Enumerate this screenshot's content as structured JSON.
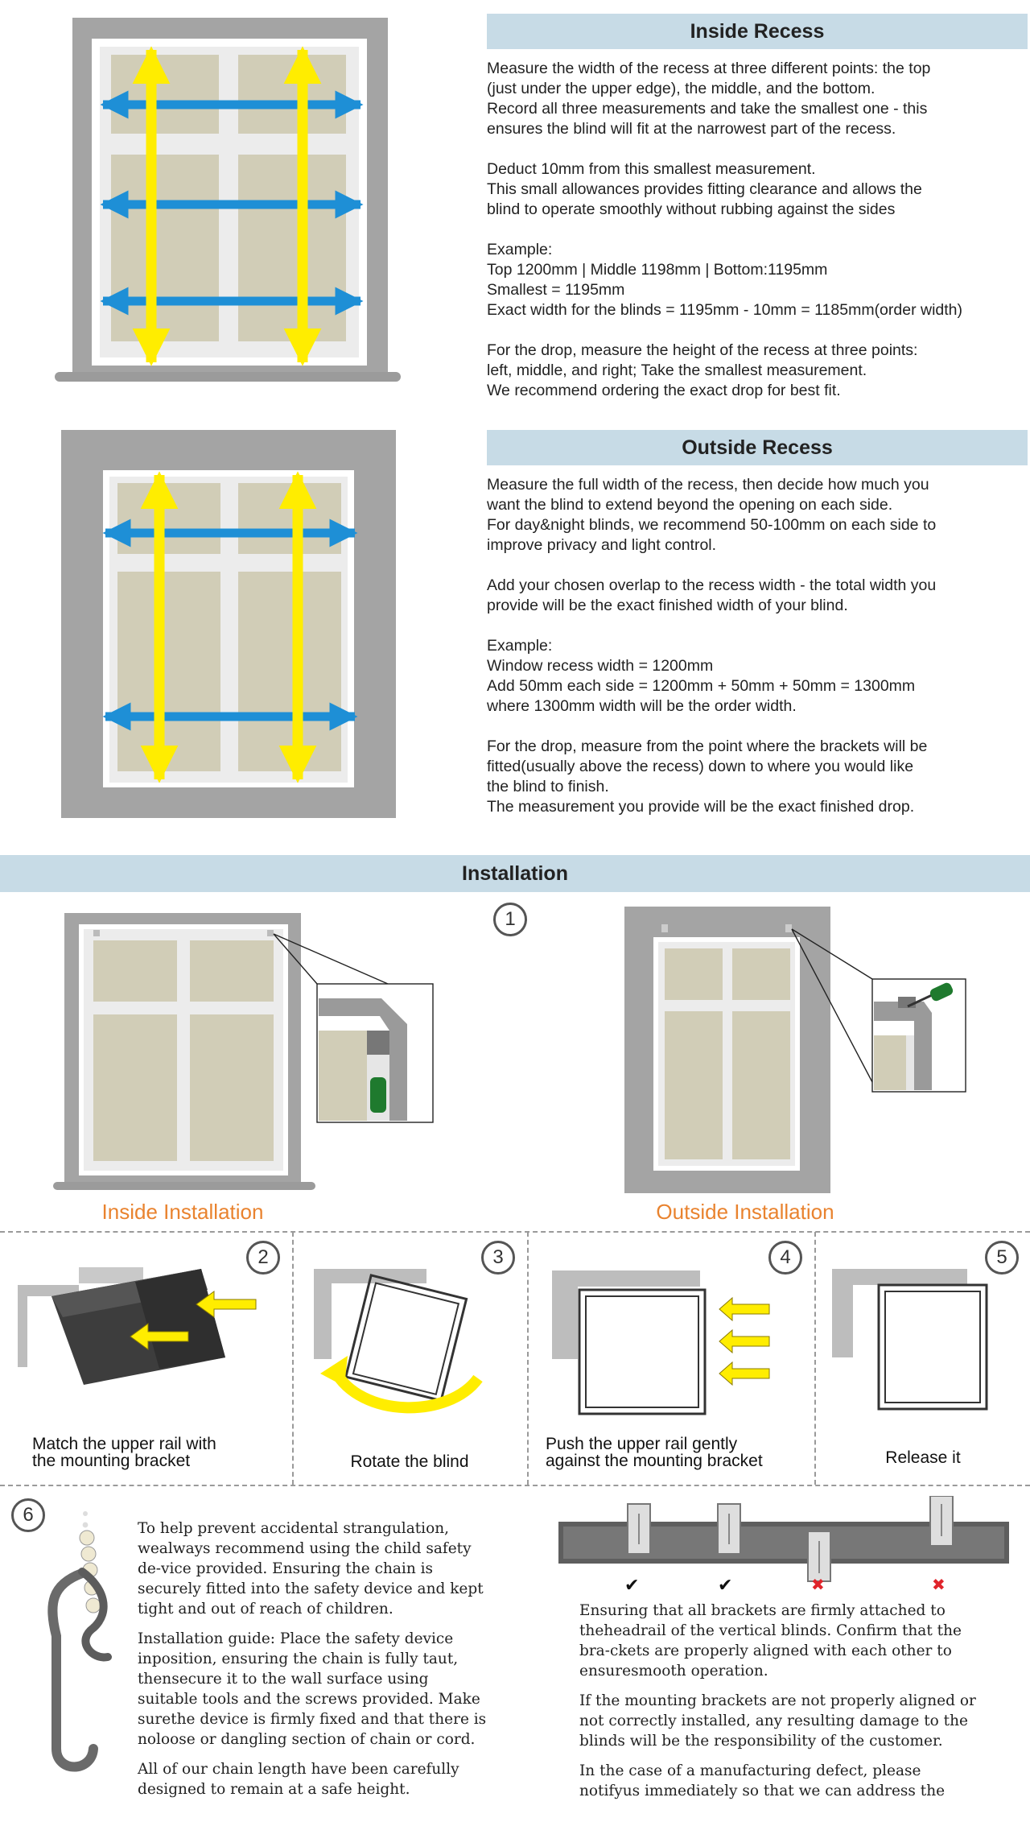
{
  "inside_recess": {
    "title": "Inside Recess",
    "paragraphs": [
      [
        "Measure the width of the recess at three different points: the top",
        "(just under the upper edge), the middle, and the bottom.",
        "Record all three measurements and take the smallest one - this",
        "ensures the blind will fit at the narrowest part of the recess."
      ],
      [
        "Deduct 10mm from this smallest measurement.",
        "This small allowances provides fitting clearance and allows the",
        "blind to operate smoothly without rubbing against the sides"
      ],
      [
        "Example:",
        "Top 1200mm | Middle 1198mm | Bottom:1195mm",
        "Smallest = 1195mm",
        "Exact width for the blinds = 1195mm - 10mm = 1185mm(order width)"
      ],
      [
        "For the drop, measure the height of the recess at three points:",
        "left, middle, and right; Take the smallest measurement.",
        "We recommend ordering the exact drop for best fit."
      ]
    ]
  },
  "outside_recess": {
    "title": "Outside Recess",
    "paragraphs": [
      [
        "Measure the full width of the recess, then decide how much you",
        "want the blind to extend beyond the opening on each side.",
        "For day&night blinds, we recommend 50-100mm on each side to",
        "improve privacy and light control."
      ],
      [
        "Add your chosen overlap to the recess width - the total width you",
        "provide will be the exact finished width of your blind."
      ],
      [
        "Example:",
        "Window recess width = 1200mm",
        "Add 50mm each side = 1200mm + 50mm + 50mm = 1300mm",
        "where 1300mm width will be the order width."
      ],
      [
        "For the drop, measure from the point where the brackets will be",
        "fitted(usually above the recess) down to where you would like",
        "the blind to finish.",
        "The measurement you provide will be the exact finished drop."
      ]
    ]
  },
  "installation": {
    "title": "Installation",
    "step1_number": "1",
    "inside_label": "Inside Installation",
    "outside_label": "Outside Installation",
    "steps": [
      {
        "number": "2",
        "caption": [
          "Match the upper rail with",
          "the mounting bracket"
        ]
      },
      {
        "number": "3",
        "caption": [
          "Rotate the blind"
        ]
      },
      {
        "number": "4",
        "caption": [
          "Push the upper rail gently",
          "against the mounting bracket"
        ]
      },
      {
        "number": "5",
        "caption": [
          "Release it"
        ]
      }
    ]
  },
  "safety": {
    "number": "6",
    "left_paragraphs": [
      [
        "To help prevent accidental strangulation,",
        "wealways recommend using the child safety",
        "de-vice provided. Ensuring the chain is",
        "securely fitted into the safety device and kept",
        "tight and out of reach of children."
      ],
      [
        "Installation guide: Place the safety device",
        "inposition, ensuring the chain is fully taut,",
        "thensecure it to the wall surface using",
        "suitable tools and the screws provided. Make",
        "surethe device is firmly fixed and that there is",
        "noloose or dangling section of chain or cord."
      ],
      [
        "All of our chain length have been carefully",
        "designed to remain at a safe height."
      ]
    ],
    "marks": [
      "✔",
      "✔",
      "✖",
      "✖"
    ],
    "right_paragraphs": [
      [
        "Ensuring that all brackets are firmly attached to",
        "theheadrail of the vertical blinds. Confirm that the",
        "bra-ckets are properly aligned with each other to",
        "ensuresmooth operation."
      ],
      [
        "If the mounting brackets are not properly aligned or",
        "not correctly installed, any resulting damage to the",
        "blinds will be the responsibility of the customer."
      ],
      [
        "In the case of a manufacturing defect, please",
        "notifyus immediately so that we can address the"
      ]
    ]
  },
  "colors": {
    "header_bg": "#c7dbe6",
    "orange": "#e9832f",
    "arrow_blue": "#1e8fd6",
    "arrow_yellow": "#ffed00",
    "frame_grey": "#a4a4a4",
    "pane": "#d1cdb7"
  }
}
